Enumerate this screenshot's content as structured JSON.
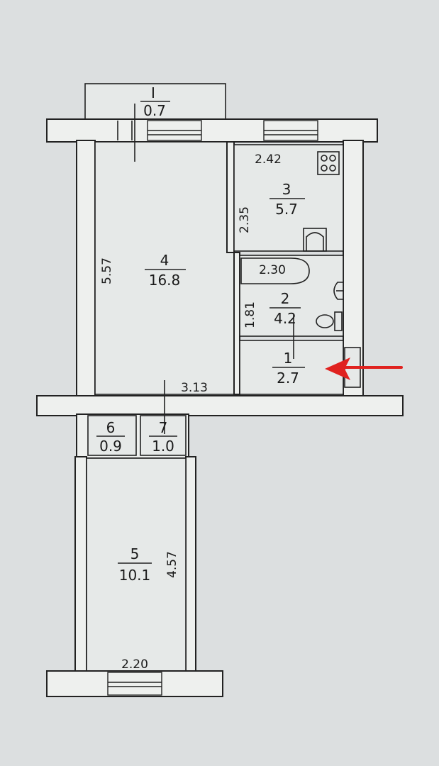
{
  "rooms": [
    {
      "id": "1",
      "number": "I",
      "area": "0.7"
    },
    {
      "id": "2",
      "number": "4",
      "area": "16.8"
    },
    {
      "id": "3",
      "number": "3",
      "area": "5.7"
    },
    {
      "id": "4",
      "number": "2",
      "area": "4.2"
    },
    {
      "id": "5",
      "number": "1",
      "area": "2.7"
    },
    {
      "id": "6",
      "number": "6",
      "area": "0.9"
    },
    {
      "id": "7",
      "number": "7",
      "area": "1.0"
    },
    {
      "id": "8",
      "number": "5",
      "area": "10.1"
    }
  ],
  "dimensions": {
    "kitchen_width": "2.42",
    "kitchen_height": "2.35",
    "bath_width": "2.30",
    "bath_height": "1.81",
    "room4_height": "5.57",
    "room4_width": "3.13",
    "room5_height": "4.57",
    "room5_width": "2.20"
  },
  "colors": {
    "arrow": "#e0221f",
    "ink": "#222222",
    "paper": "#e6e9e8"
  },
  "icons": [
    "stove-icon",
    "sink-icon",
    "toilet-icon",
    "washbasin-icon",
    "arrow-left-icon"
  ]
}
